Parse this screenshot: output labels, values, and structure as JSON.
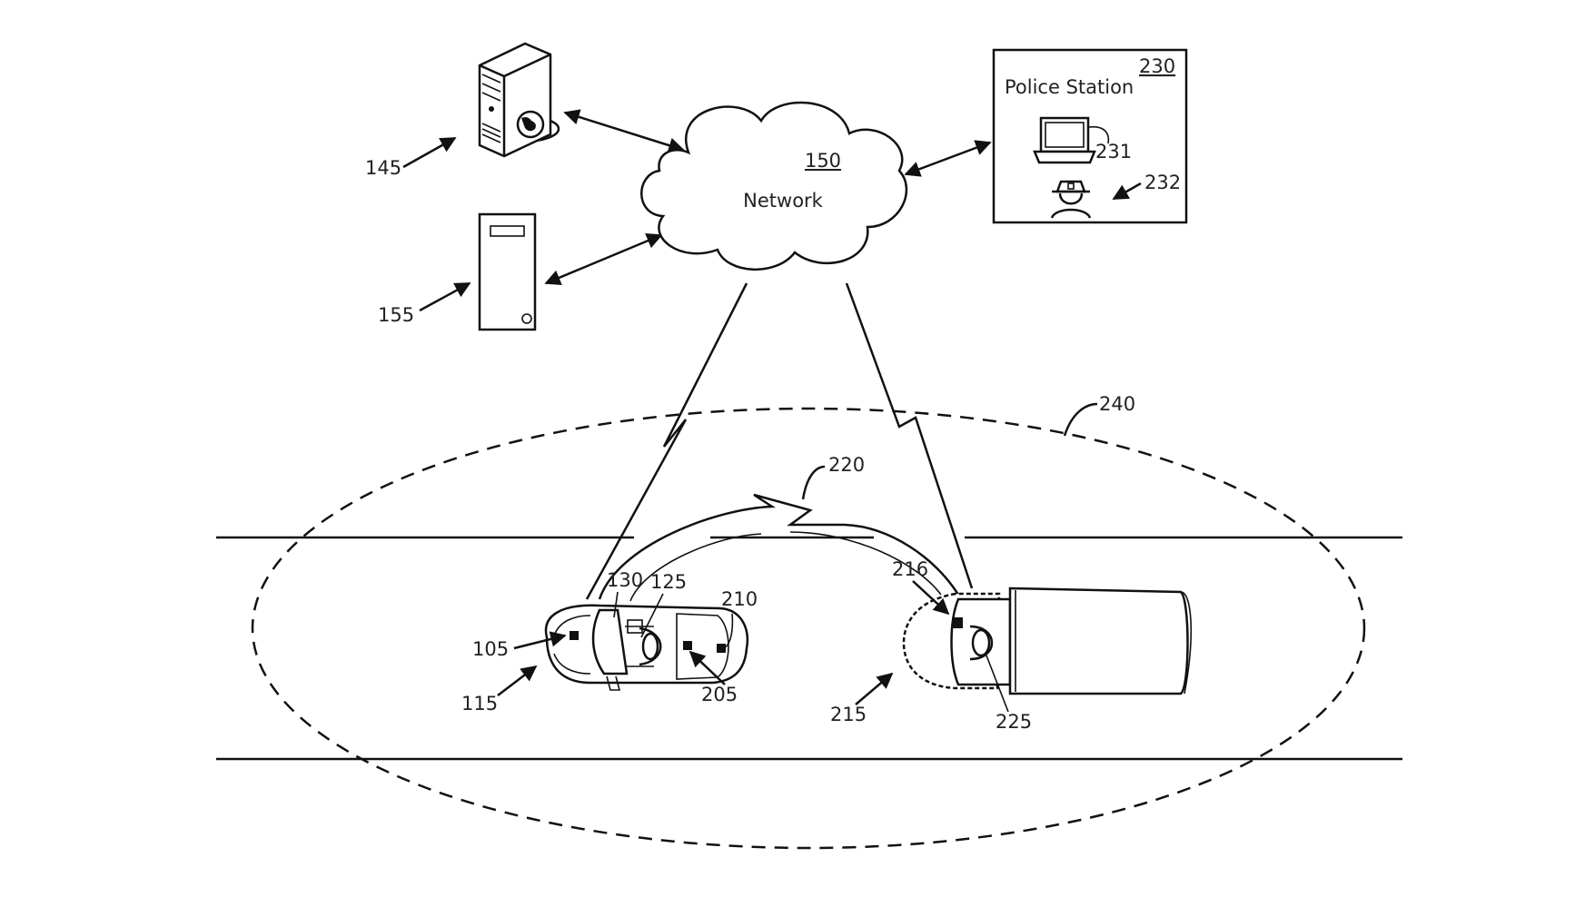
{
  "network": {
    "name": "Network",
    "ref": "150"
  },
  "station": {
    "name": "Police Station",
    "ref": "230",
    "computer_ref": "231",
    "officer_ref": "232"
  },
  "refs": {
    "server_web": "145",
    "server_tower": "155",
    "geofence": "240",
    "v2v_link": "220",
    "device_105": "105",
    "device_130": "130",
    "occupant_125": "125",
    "device_210": "210",
    "vehicle_115": "115",
    "device_205": "205",
    "device_216": "216",
    "vehicle_215": "215",
    "occupant_225": "225"
  },
  "colors": {
    "ink": "#111111",
    "background": "#ffffff"
  }
}
